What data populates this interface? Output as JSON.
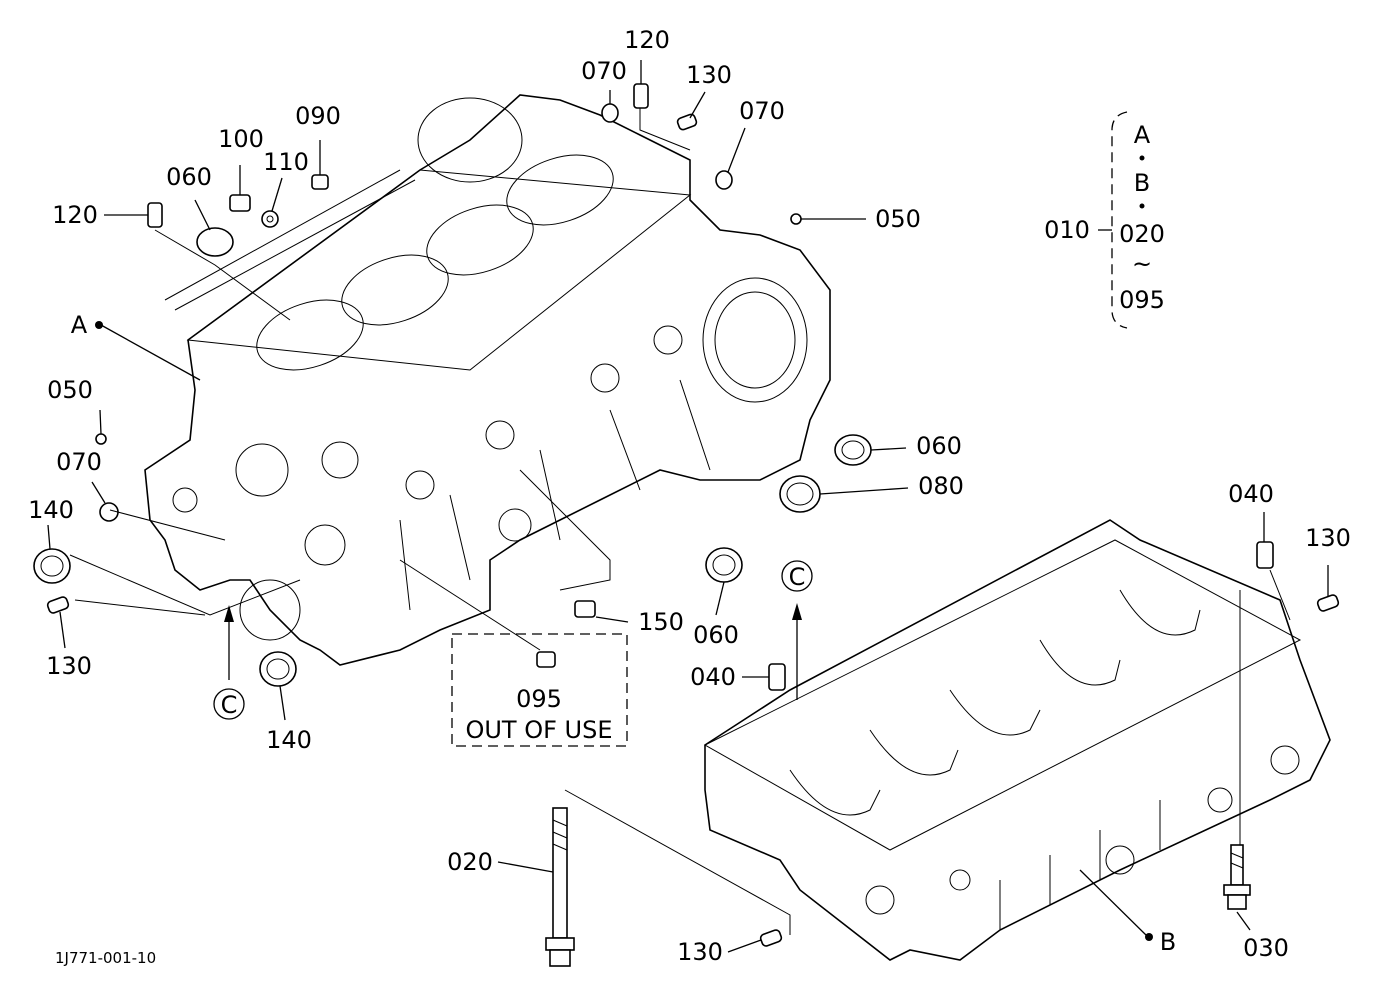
{
  "diagram": {
    "figure_code": "1J771-001-10",
    "labels": {
      "p120_top": "120",
      "p070_top": "070",
      "p130_top": "130",
      "p070_right": "070",
      "p100": "100",
      "p090": "090",
      "p060_top": "060",
      "p110": "110",
      "p120_left": "120",
      "p050_right": "050",
      "p060_right": "060",
      "p080": "080",
      "pA": "A",
      "p050_left": "050",
      "p070_left": "070",
      "p140_left": "140",
      "p130_left": "130",
      "pC_left": "C",
      "p140_bottom": "140",
      "p095": "095",
      "p060_mid": "060",
      "p150": "150",
      "pC_right": "C",
      "p040_right": "040",
      "p130_right": "130",
      "p040_mid": "040",
      "p020": "020",
      "p130_bottom": "130",
      "pB": "B",
      "p030": "030"
    },
    "out_of_use_text": "OUT OF USE",
    "assembly_legend": {
      "item": "010",
      "lines": [
        "A",
        "B",
        "020",
        "~",
        "095"
      ]
    }
  }
}
